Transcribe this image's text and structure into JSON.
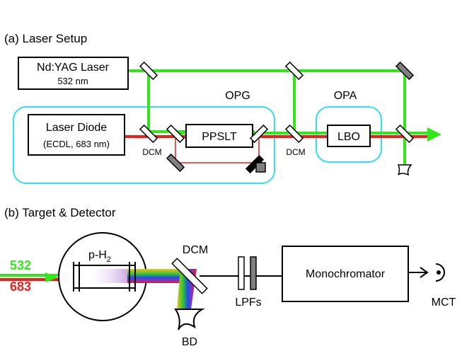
{
  "panel_a": {
    "title": "(a) Laser Setup",
    "yag_label": "Nd:YAG Laser",
    "yag_wavelength": "532 nm",
    "diode_label": "Laser Diode",
    "diode_detail": "(ECDL, 683 nm)",
    "opg_label": "OPG",
    "opa_label": "OPA",
    "ppslt_label": "PPSLT",
    "lbo_label": "LBO",
    "dcm_label_1": "DCM",
    "dcm_label_2": "DCM"
  },
  "panel_b": {
    "title": "(b) Target & Detector",
    "wl_green": "532",
    "wl_red": "683",
    "sample_label": "p-H",
    "sample_sub": "2",
    "dcm_label": "DCM",
    "lpf_label": "LPFs",
    "mono_label": "Monochromator",
    "detector_label": "MCT",
    "dump_label": "BD"
  },
  "colors": {
    "green_beam": "#33e61a",
    "red_beam": "#e8211a",
    "enclosure": "#33ddee",
    "mirror_gray": "#808080"
  }
}
